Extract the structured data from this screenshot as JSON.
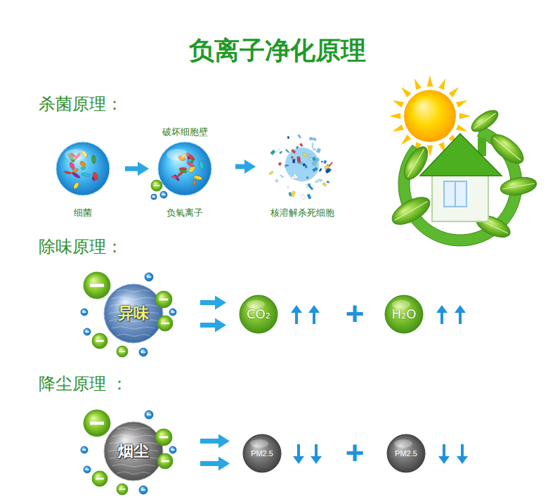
{
  "diagram": {
    "title": "负离子净化原理",
    "nodes": [
      {
        "text": [
          "细菌"
        ]
      },
      {
        "text": [
          "破坏细胞壁",
          "负氧离子"
        ]
      },
      {
        "text": [
          "核溶解杀死细胞"
        ]
      },
      {
        "text": [
          "异味"
        ]
      },
      {
        "text": [
          "CO₂"
        ]
      },
      {
        "text": [
          "H₂O"
        ]
      },
      {
        "text": [
          "烟尘"
        ]
      },
      {
        "text": [
          "PM2.5"
        ]
      },
      {
        "text": [
          "PM2.5"
        ]
      }
    ],
    "edges": [
      {
        "from": 0,
        "to": 1,
        "arrow": "to"
      },
      {
        "from": 1,
        "to": 2,
        "arrow": "to"
      },
      {
        "from": 3,
        "to": 4,
        "arrow": "to"
      },
      {
        "from": 6,
        "to": 7,
        "arrow": "to"
      }
    ],
    "labels": [
      "杀菌原理：",
      "除味原理：",
      "降尘原理 ：",
      "+",
      "+"
    ]
  }
}
